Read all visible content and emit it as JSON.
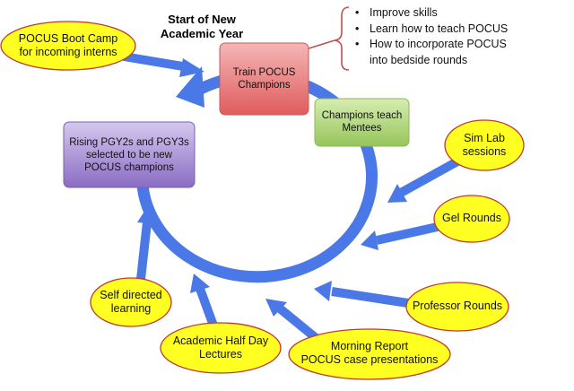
{
  "title": {
    "lines": [
      "Start of New",
      "Academic Year"
    ]
  },
  "boxes": {
    "train": {
      "lines": [
        "Train POCUS",
        "Champions"
      ],
      "color": "#e57373"
    },
    "teach": {
      "lines": [
        "Champions teach",
        "Mentees"
      ],
      "color": "#a3d06b"
    },
    "rising": {
      "lines": [
        "Rising PGY2s and PGY3s",
        "selected to be new",
        "POCUS champions"
      ],
      "color": "#9575cd"
    }
  },
  "bullets": [
    "Improve skills",
    "Learn how to teach POCUS",
    "How to incorporate POCUS into bedside rounds"
  ],
  "ovals": {
    "bootcamp": {
      "lines": [
        "POCUS Boot Camp",
        "for incoming interns"
      ]
    },
    "simlab": {
      "lines": [
        "Sim Lab",
        "sessions"
      ]
    },
    "gel": {
      "lines": [
        "Gel Rounds"
      ]
    },
    "professor": {
      "lines": [
        "Professor Rounds"
      ]
    },
    "morning": {
      "lines": [
        "Morning Report",
        "POCUS case presentations"
      ]
    },
    "halfday": {
      "lines": [
        "Academic Half Day",
        "Lectures"
      ]
    },
    "selfdirected": {
      "lines": [
        "Self directed",
        "learning"
      ]
    }
  },
  "colors": {
    "cycle_arrow": "#4a78e6",
    "oval_fill": "#ffff22",
    "oval_stroke": "#c0392b",
    "brace": "#c0504d"
  }
}
